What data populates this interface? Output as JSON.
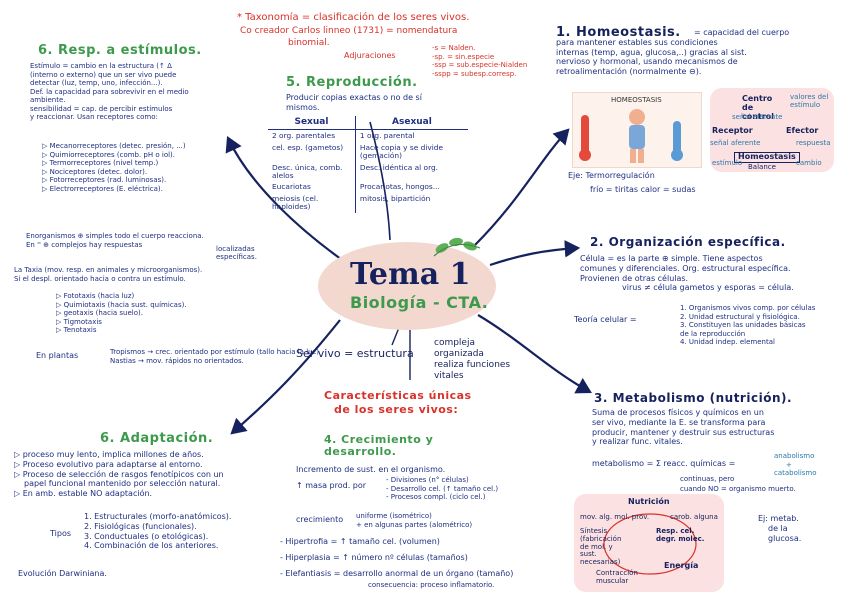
{
  "colors": {
    "blue": "#1f2f80",
    "red": "#d8322a",
    "green": "#3d9a4c",
    "center_bg": "#f3d8cf",
    "leaf": "#5fae5a",
    "pink_box": "#fbe1e1"
  },
  "center": {
    "title": "Tema 1",
    "subtitle": "Biología - CTA."
  },
  "taxonomy": {
    "title": "* Taxonomía = clasificación de los seres vivos.",
    "line2": "Co creador Carlos linneo (1731) = nomendatura",
    "line3": "binomial.",
    "adj_label": "Adjuraciones",
    "adj_items": [
      "-s = Nalden.",
      "-sp. = sin.especie",
      "-ssp = sub.especie-Nialden",
      "-sspp = subesp.corresp."
    ]
  },
  "homeostasis": {
    "title": "1. Homeostasis.",
    "def": [
      "= capacidad del cuerpo",
      "para mantener estables sus condiciones",
      "internas (temp, agua, glucosa,..) gracias al sist.",
      "nervioso y hormonal, usando mecanismos de",
      "retroalimentación (normalmente ⊖)."
    ],
    "image_label": "HOMEOSTASIS",
    "example": "Eje: Termorregulación",
    "example2": "frío = tiritas    calor = sudas",
    "diagram": {
      "center": "Centro de control",
      "receptor": "Receptor",
      "efector": "Efector",
      "core": "Homeostasis",
      "balance": "Balance",
      "notes": [
        "valores del estímulo",
        "señal eferente",
        "respuesta",
        "señal aferente",
        "cambio",
        "estímulo"
      ]
    }
  },
  "organizacion": {
    "title": "2. Organización específica.",
    "lines": [
      "Célula = es la parte ⊕ simple. Tiene aspectos",
      "comunes y diferenciales. Org. estructural específica.",
      "Provienen de otras células.",
      "virus ≠ célula     gametos y esporas = célula."
    ],
    "teoria": "Teoría celular =",
    "items": [
      "1. Organismos vivos comp. por células",
      "2. Unidad estructural y fisiológica.",
      "3. Constituyen las unidades básicas",
      "    de la reproducción",
      "4. Unidad indep. elemental"
    ]
  },
  "metabolismo": {
    "title": "3. Metabolismo (nutrición).",
    "lines": [
      "Suma de procesos físicos y químicos en un",
      "ser vivo, mediante la E. se transforma para",
      "producir, mantener y destruir sus estructuras",
      "y realizar func. vitales."
    ],
    "formula": "metabolismo = Σ reacc. químicas =",
    "formula_right": [
      "anabolismo",
      "+",
      "catabolismo"
    ],
    "continuas": "continuas, pero",
    "cuando": "cuando NO = organismo muerto.",
    "cycle": [
      "Nutrición",
      "Síntesis (fabricación de mol. y sust. necesarias)",
      "Resp. cel. degr. molec.",
      "Contracción muscular",
      "Energía",
      "mov. alg. mol. prov.",
      "carob. alguna"
    ],
    "example": [
      "Ej: metab.",
      "de la",
      "glucosa."
    ]
  },
  "crecimiento": {
    "title": "4. Crecimiento y desarrollo.",
    "lines": [
      "Incremento de sust. en el organismo.",
      "↑ masa prod. por",
      "crecimiento",
      "- Hipertrofia = ↑ tamaño cel. (volumen)",
      "- Hiperplasia = ↑ número nº células (tamaños)",
      "- Elefantiasis = desarrollo anormal de un órgano (tamaño)"
    ],
    "masa_items": [
      "- Divisiones (n° células)",
      "- Desarrollo cel. (↑ tamaño cel.)",
      "- Procesos compl. (ciclo cel.)"
    ],
    "crec_items": [
      "uniforme (isométrico)",
      "+ en algunas partes (alométrico)"
    ],
    "ele_note": "consecuencia: proceso inflamatorio."
  },
  "caracteristicas": {
    "line1": "Características únicas",
    "line2": "de los seres vivos:"
  },
  "ser_vivo": {
    "label": "Ser vivo = estructura",
    "items": [
      "compleja",
      "organizada",
      "realiza funciones vitales"
    ]
  },
  "reproduccion": {
    "title": "5. Reproducción.",
    "intro": [
      "Producir copias exactas o no de sí",
      "mismos."
    ],
    "headers": [
      "Sexual",
      "Asexual"
    ],
    "rows": [
      [
        "2 org. parentales",
        "1 org. parental"
      ],
      [
        "cel. esp. (gametos)",
        "Hace copia y se divide (gemación)"
      ],
      [
        "Desc. única, comb. alelos",
        "Desc. idéntica al org."
      ],
      [
        "Eucariotas",
        "Procariotas, hongos..."
      ],
      [
        "meiosis (cel. haploides)",
        "mitosis, bipartición"
      ]
    ]
  },
  "respuesta": {
    "title": "6. Resp. a estímulos.",
    "lines": [
      "Estímulo = cambio en la estructura (↑ Δ",
      "(interno o externo) que un ser vivo puede",
      "detectar (luz, temp, uno, infección...).",
      "Def. la capacidad para sobrevivir en el medio",
      "ambiente.",
      "sensibilidad = cap. de percibir estímulos",
      "y reaccionar. Usan receptores como:"
    ],
    "receptors": [
      "Mecanorreceptores (detec. presión, ...)",
      "Quimiorreceptores (comb. pH o iol).",
      "Termorreceptores (nivel temp.)",
      "Nociceptores (detec. dolor).",
      "Fotorreceptores (rad. luminosas).",
      "Electrorreceptores (E. eléctrica)."
    ],
    "organismos": [
      "Enorganismos ⊕ simples todo el cuerpo reacciona.",
      "En '' ⊕ complejos hay respuestas"
    ],
    "localizadas": "localizadas específicas.",
    "taxia": [
      "La Taxia (mov. resp. en animales y microorganismos).",
      "Si el despl. orientado hacia o contra un estímulo."
    ],
    "taxias": [
      "▷ Fototaxis (hacia luz)",
      "▷ Quimiotaxis (hacia sust. químicas).",
      "▷ geotaxis (hacia suelo).",
      "▷ Tigmotaxis",
      "▷ Tenotaxis"
    ],
    "plantas": "En plantas",
    "tropismos": [
      "Tropismos → crec. orientado por estímulo (tallo hacia la luz)",
      "Nastias → mov. rápidos no orientados."
    ]
  },
  "adaptacion": {
    "title": "6. Adaptación.",
    "lines": [
      "▷ proceso muy lento, implica millones de años.",
      "▷ Proceso evolutivo para adaptarse al entorno.",
      "▷ Proceso de selección de rasgos fenotípicos con un",
      "papel funcional mantenido por selección natural.",
      "▷ En amb. estable NO adaptación."
    ],
    "tipos": "Tipos",
    "items": [
      "1. Estructurales (morfo-anatómicos).",
      "2. Fisiológicas (funcionales).",
      "3. Conductuales (o etológicas).",
      "4. Combinación de los anteriores."
    ],
    "evol": "Evolución Darwiniana."
  }
}
